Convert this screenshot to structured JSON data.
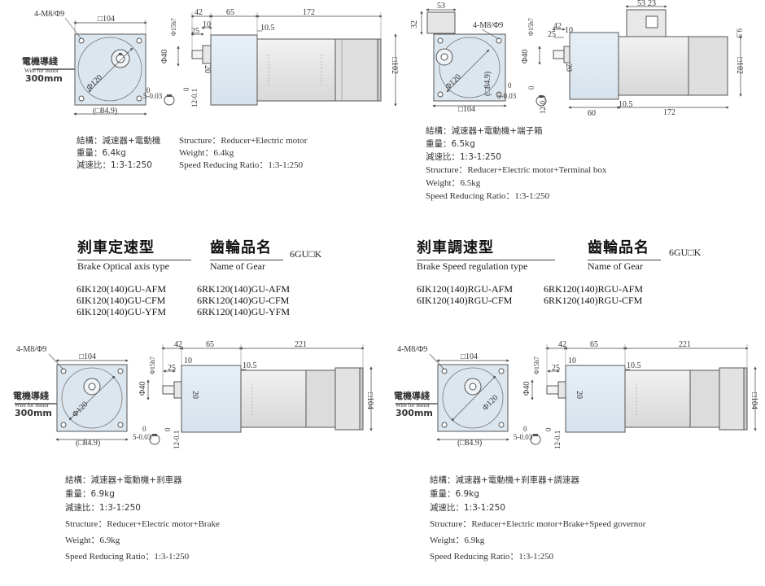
{
  "top_left": {
    "labels": {
      "bolt": "4-M8/Φ9",
      "sq104": "□104",
      "sq84": "(□84.9)",
      "dia120": "Φ120",
      "wire_cn": "電機導綫",
      "wire_en": "Wire for motor",
      "wire_len": "300mm",
      "d42": "42",
      "d65": "65",
      "d172": "172",
      "d25": "25",
      "d10": "10",
      "d10_5": "10.5",
      "d15h7": "Φ15h7",
      "d40": "Φ40",
      "d20": "20",
      "sq102": "□102",
      "key5": "5-0.03",
      "key0": "0",
      "key12": "12-0.1",
      "key12_0": "0"
    },
    "spec": {
      "cn_structure": "結構：減速器+電動機",
      "cn_weight": "重量：6.4kg",
      "cn_ratio": "減速比：1:3-1:250",
      "en_structure": "Structure：Reducer+Electric motor",
      "en_weight": "Weight：6.4kg",
      "en_ratio": "Speed Reducing Ratio：1:3-1:250"
    }
  },
  "top_right": {
    "labels": {
      "d53": "53",
      "d32": "32",
      "bolt": "4-M8/Φ9",
      "dia120": "Φ120",
      "sq84": "(□84.9)",
      "sq104": "□104",
      "d42": "42",
      "d25": "25",
      "d10": "10",
      "d15h7": "Φ15h7",
      "d40": "Φ40",
      "d20": "20",
      "d53b": "53",
      "d23": "23",
      "d9_5": "9.5",
      "sq102": "□102",
      "d60": "60",
      "d10_5": "10.5",
      "d172": "172",
      "key5": "5-0.03",
      "key0": "0",
      "key12": "12-0.1",
      "key12_0": "0"
    },
    "spec": {
      "cn_structure": "結構：減速器+電動機+端子箱",
      "cn_weight": "重量：6.5kg",
      "cn_ratio": "減速比：1:3-1:250",
      "en_structure": "Structure：Reducer+Electric motor+Terminal box",
      "en_weight": "Weight：6.5kg",
      "en_ratio": "Speed Reducing Ratio：1:3-1:250"
    }
  },
  "headers": {
    "left": {
      "title_cn": "刹車定速型",
      "title_en": "Brake Optical axis type",
      "gear_cn": "齒輪品名",
      "gear_en": "Name of Gear",
      "gear_model": "6GU□K"
    },
    "right": {
      "title_cn": "刹車調速型",
      "title_en": "Brake Speed regulation type",
      "gear_cn": "齒輪品名",
      "gear_en": "Name of Gear",
      "gear_model": "6GU□K"
    }
  },
  "models_left": [
    [
      "6IK120(140)GU-AFM",
      "6RK120(140)GU-AFM"
    ],
    [
      "6IK120(140)GU-CFM",
      "6RK120(140)GU-CFM"
    ],
    [
      "6IK120(140)GU-YFM",
      "6RK120(140)GU-YFM"
    ]
  ],
  "models_right": [
    [
      "6IK120(140)RGU-AFM",
      "6RK120(140)RGU-AFM"
    ],
    [
      "6IK120(140)RGU-CFM",
      "6RK120(140)RGU-CFM"
    ]
  ],
  "bottom_left": {
    "labels": {
      "bolt": "4-M8/Φ9",
      "sq104": "□104",
      "sq84": "(□84.9)",
      "dia120": "Φ120",
      "wire_cn": "電機導綫",
      "wire_en": "Wire for motor",
      "wire_len": "300mm",
      "d42": "42",
      "d65": "65",
      "d221": "221",
      "d25": "25",
      "d10": "10",
      "d10_5": "10.5",
      "d15h7": "Φ15h7",
      "d40": "Φ40",
      "d20": "20",
      "sq104b": "□104",
      "key5": "5-0.03",
      "key0": "0",
      "key12": "12-0.1",
      "key12_0": "0"
    },
    "spec": {
      "cn_structure": "結構：減速器+電動機+刹車器",
      "cn_weight": "重量：6.9kg",
      "cn_ratio": "減速比：1:3-1:250",
      "en_structure": "Structure：Reducer+Electric motor+Brake",
      "en_weight": "Weight：6.9kg",
      "en_ratio": "Speed Reducing Ratio：1:3-1:250"
    }
  },
  "bottom_right": {
    "labels": {
      "bolt": "4-M8/Φ9",
      "sq104": "□104",
      "sq84": "(□84.9)",
      "dia120": "Φ120",
      "wire_cn": "電機導綫",
      "wire_en": "Wire for motor",
      "wire_len": "300mm",
      "d42": "42",
      "d65": "65",
      "d221": "221",
      "d25": "25",
      "d10": "10",
      "d10_5": "10.5",
      "d15h7": "Φ15h7",
      "d40": "Φ40",
      "d20": "20",
      "sq104b": "□104",
      "key5": "5-0.03",
      "key0": "0",
      "key12": "12-0.1",
      "key12_0": "0"
    },
    "spec": {
      "cn_structure": "結構：減速器+電動機+刹車器+調速器",
      "cn_weight": "重量：6.9kg",
      "cn_ratio": "減速比：1:3-1:250",
      "en_structure": "Structure：Reducer+Electric motor+Brake+Speed governor",
      "en_weight": "Weight：6.9kg",
      "en_ratio": "Speed Reducing Ratio：1:3-1:250"
    }
  },
  "colors": {
    "face": "#dde6ee",
    "reducer": "#e6eef5",
    "motor": "#eaeaea",
    "motor_end": "#e0e0e0",
    "stroke": "#555555",
    "shaft": "#f4f4f4"
  }
}
